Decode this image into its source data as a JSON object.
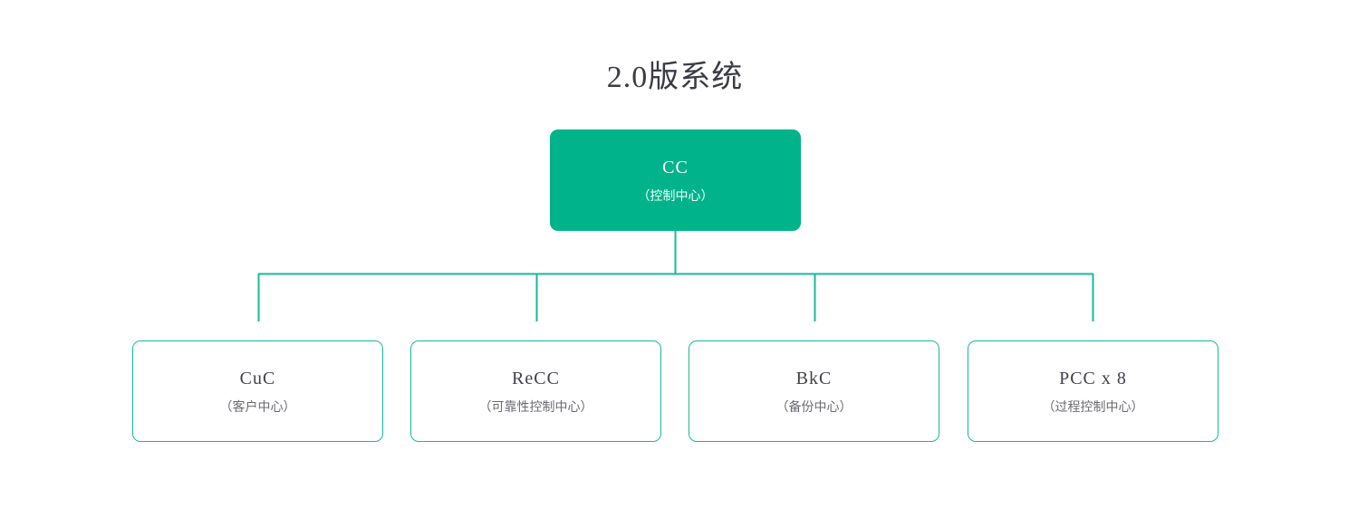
{
  "diagram": {
    "title": "2.0版系统",
    "type": "org-tree",
    "accent_color": "#00b38a",
    "line_color": "#18b999",
    "root_text_color": "#ffffff",
    "node_text_color": "#41414b",
    "node_subtext_color": "#6a6a72",
    "background": "#ffffff",
    "root": {
      "code": "CC",
      "name": "（控制中心）"
    },
    "children": [
      {
        "code": "CuC",
        "name": "（客户中心）"
      },
      {
        "code": "ReCC",
        "name": "（可靠性控制中心）"
      },
      {
        "code": "BkC",
        "name": "（备份中心）"
      },
      {
        "code": "PCC x 8",
        "name": "（过程控制中心）"
      }
    ]
  }
}
